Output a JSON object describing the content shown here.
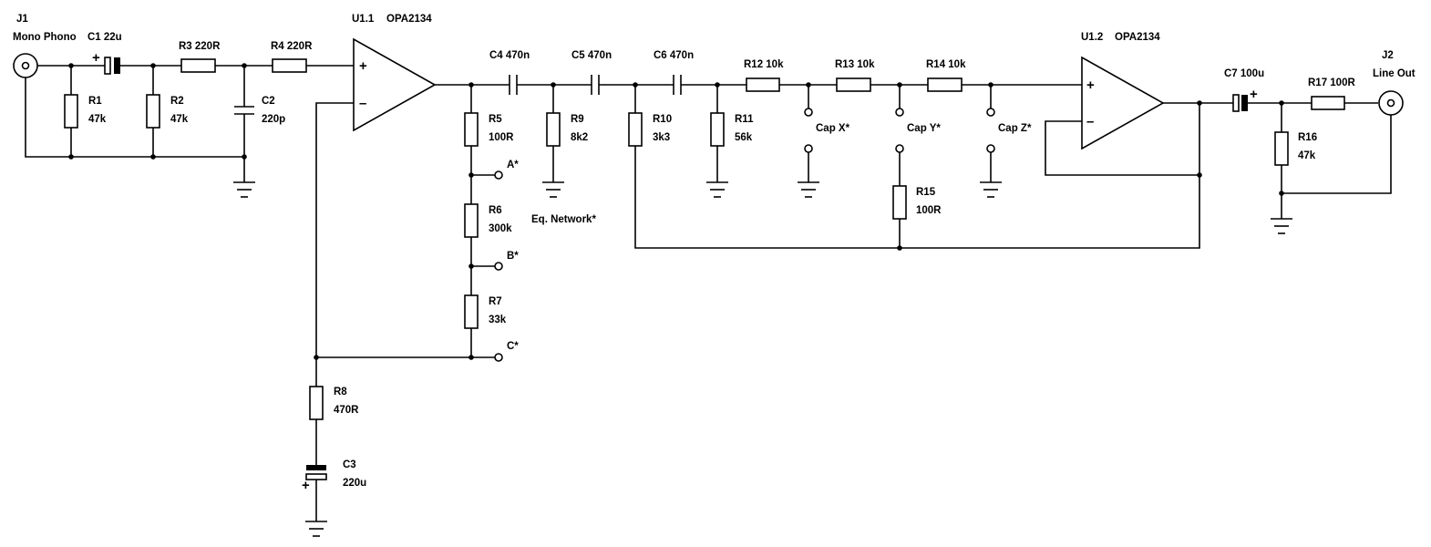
{
  "jacks": {
    "j1": {
      "ref": "J1",
      "name": "Mono Phono"
    },
    "j2": {
      "ref": "J2",
      "name": "Line Out"
    }
  },
  "opamps": {
    "u1a": {
      "ref": "U1.1",
      "part": "OPA2134"
    },
    "u1b": {
      "ref": "U1.2",
      "part": "OPA2134"
    }
  },
  "components": {
    "c1": "C1 22u",
    "r3": "R3 220R",
    "r4": "R4 220R",
    "r1": {
      "ref": "R1",
      "value": "47k"
    },
    "r2": {
      "ref": "R2",
      "value": "47k"
    },
    "c2": {
      "ref": "C2",
      "value": "220p"
    },
    "c4": "C4 470n",
    "c5": "C5 470n",
    "c6": "C6 470n",
    "r12": "R12  10k",
    "r13": "R13  10k",
    "r14": "R14  10k",
    "r5": {
      "ref": "R5",
      "value": "100R"
    },
    "r6": {
      "ref": "R6",
      "value": "300k"
    },
    "r7": {
      "ref": "R7",
      "value": "33k"
    },
    "r8": {
      "ref": "R8",
      "value": "470R"
    },
    "c3": {
      "ref": "C3",
      "value": "220u"
    },
    "r9": {
      "ref": "R9",
      "value": "8k2"
    },
    "r10": {
      "ref": "R10",
      "value": "3k3"
    },
    "r11": {
      "ref": "R11",
      "value": "56k"
    },
    "r15": {
      "ref": "R15",
      "value": "100R"
    },
    "c7": "C7 100u",
    "r17": "R17  100R",
    "r16": {
      "ref": "R16",
      "value": "47k"
    }
  },
  "terminals": {
    "a": "A*",
    "b": "B*",
    "c": "C*",
    "cap_x": "Cap X*",
    "cap_y": "Cap Y*",
    "cap_z": "Cap Z*"
  },
  "notes": {
    "eq_network": "Eq. Network*"
  },
  "symbols": {
    "plus": "+",
    "minus": "–"
  }
}
